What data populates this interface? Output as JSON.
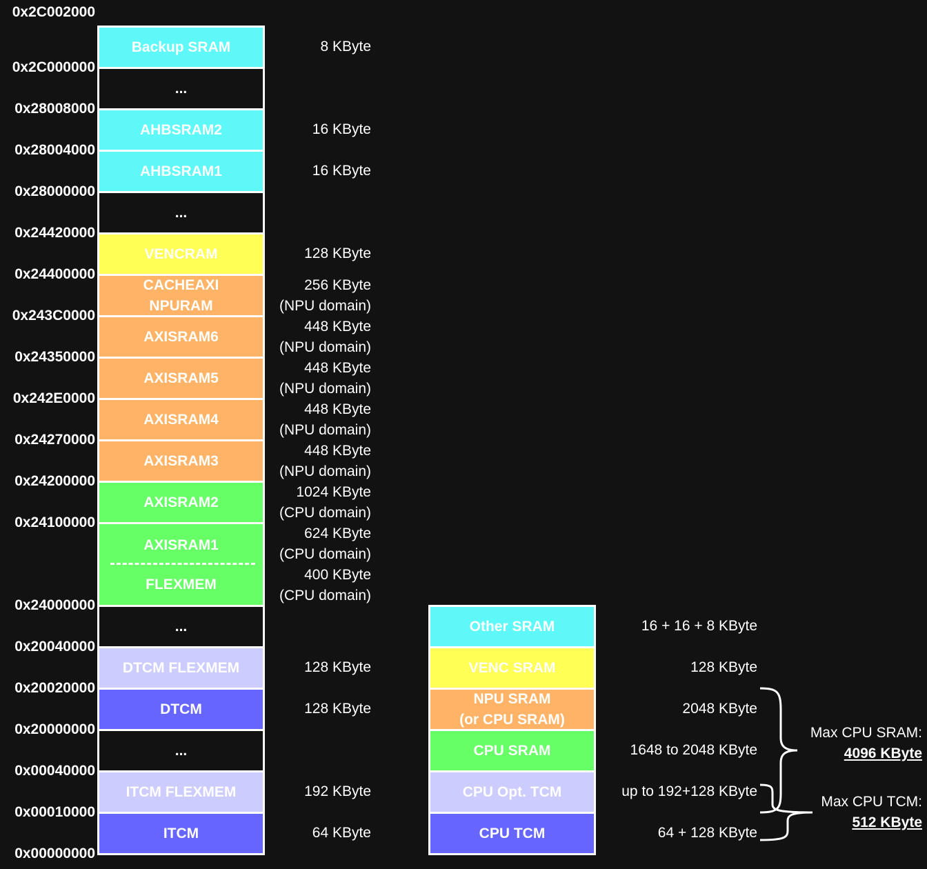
{
  "addresses": [
    "0x2C002000",
    "0x2C000000",
    "0x28008000",
    "0x28004000",
    "0x28000000",
    "0x24420000",
    "0x24400000",
    "0x243C0000",
    "0x24350000",
    "0x242E0000",
    "0x24270000",
    "0x24200000",
    "0x24100000",
    "0x24000000",
    "0x20040000",
    "0x20020000",
    "0x20000000",
    "0x00040000",
    "0x00010000",
    "0x00000000"
  ],
  "memory_map": [
    {
      "label": "Backup SRAM",
      "size": "8 KByte",
      "domain": "",
      "color": "#5ef8f8"
    },
    {
      "label": "...",
      "size": "",
      "domain": "",
      "color": "#121212"
    },
    {
      "label": "AHBSRAM2",
      "size": "16 KByte",
      "domain": "",
      "color": "#5ef8f8"
    },
    {
      "label": "AHBSRAM1",
      "size": "16 KByte",
      "domain": "",
      "color": "#5ef8f8"
    },
    {
      "label": "...",
      "size": "",
      "domain": "",
      "color": "#121212"
    },
    {
      "label": "VENCRAM",
      "size": "128 KByte",
      "domain": "",
      "color": "#ffff55"
    },
    {
      "label": "CACHEAXI\nNPURAM",
      "size": "256 KByte",
      "domain": "(NPU domain)",
      "color": "#ffb366"
    },
    {
      "label": "AXISRAM6",
      "size": "448 KByte",
      "domain": "(NPU domain)",
      "color": "#ffb366"
    },
    {
      "label": "AXISRAM5",
      "size": "448 KByte",
      "domain": "(NPU domain)",
      "color": "#ffb366"
    },
    {
      "label": "AXISRAM4",
      "size": "448 KByte",
      "domain": "(NPU domain)",
      "color": "#ffb366"
    },
    {
      "label": "AXISRAM3",
      "size": "448 KByte",
      "domain": "(NPU domain)",
      "color": "#ffb366"
    },
    {
      "label": "AXISRAM2",
      "size": "1024 KByte",
      "domain": "(CPU domain)",
      "color": "#66ff66"
    },
    {
      "label": "AXISRAM1",
      "size": "624 KByte",
      "domain": "(CPU domain)",
      "color": "#66ff66"
    },
    {
      "label": "FLEXMEM",
      "size": "400 KByte",
      "domain": "(CPU domain)",
      "color": "#66ff66"
    },
    {
      "label": "...",
      "size": "",
      "domain": "",
      "color": "#121212"
    },
    {
      "label": "DTCM FLEXMEM",
      "size": "128 KByte",
      "domain": "",
      "color": "#ccccff"
    },
    {
      "label": "DTCM",
      "size": "128 KByte",
      "domain": "",
      "color": "#6666ff"
    },
    {
      "label": "...",
      "size": "",
      "domain": "",
      "color": "#121212"
    },
    {
      "label": "ITCM FLEXMEM",
      "size": "192 KByte",
      "domain": "",
      "color": "#ccccff"
    },
    {
      "label": "ITCM",
      "size": "64 KByte",
      "domain": "",
      "color": "#6666ff"
    }
  ],
  "summary": [
    {
      "label": "Other SRAM",
      "size": "16 + 16 + 8 KByte",
      "color": "#5ef8f8"
    },
    {
      "label": "VENC SRAM",
      "size": "128 KByte",
      "color": "#ffff55"
    },
    {
      "label": "NPU SRAM\n(or CPU SRAM)",
      "size": "2048 KByte",
      "color": "#ffb366"
    },
    {
      "label": "CPU SRAM",
      "size": "1648 to 2048 KByte",
      "color": "#66ff66"
    },
    {
      "label": "CPU Opt. TCM",
      "size": "up to 192+128 KByte",
      "color": "#ccccff"
    },
    {
      "label": "CPU TCM",
      "size": "64 + 128 KByte",
      "color": "#6666ff"
    }
  ],
  "totals": {
    "sram_label": "Max CPU SRAM:",
    "sram_value": "4096 KByte",
    "tcm_label": "Max CPU TCM:",
    "tcm_value": "512 KByte"
  }
}
